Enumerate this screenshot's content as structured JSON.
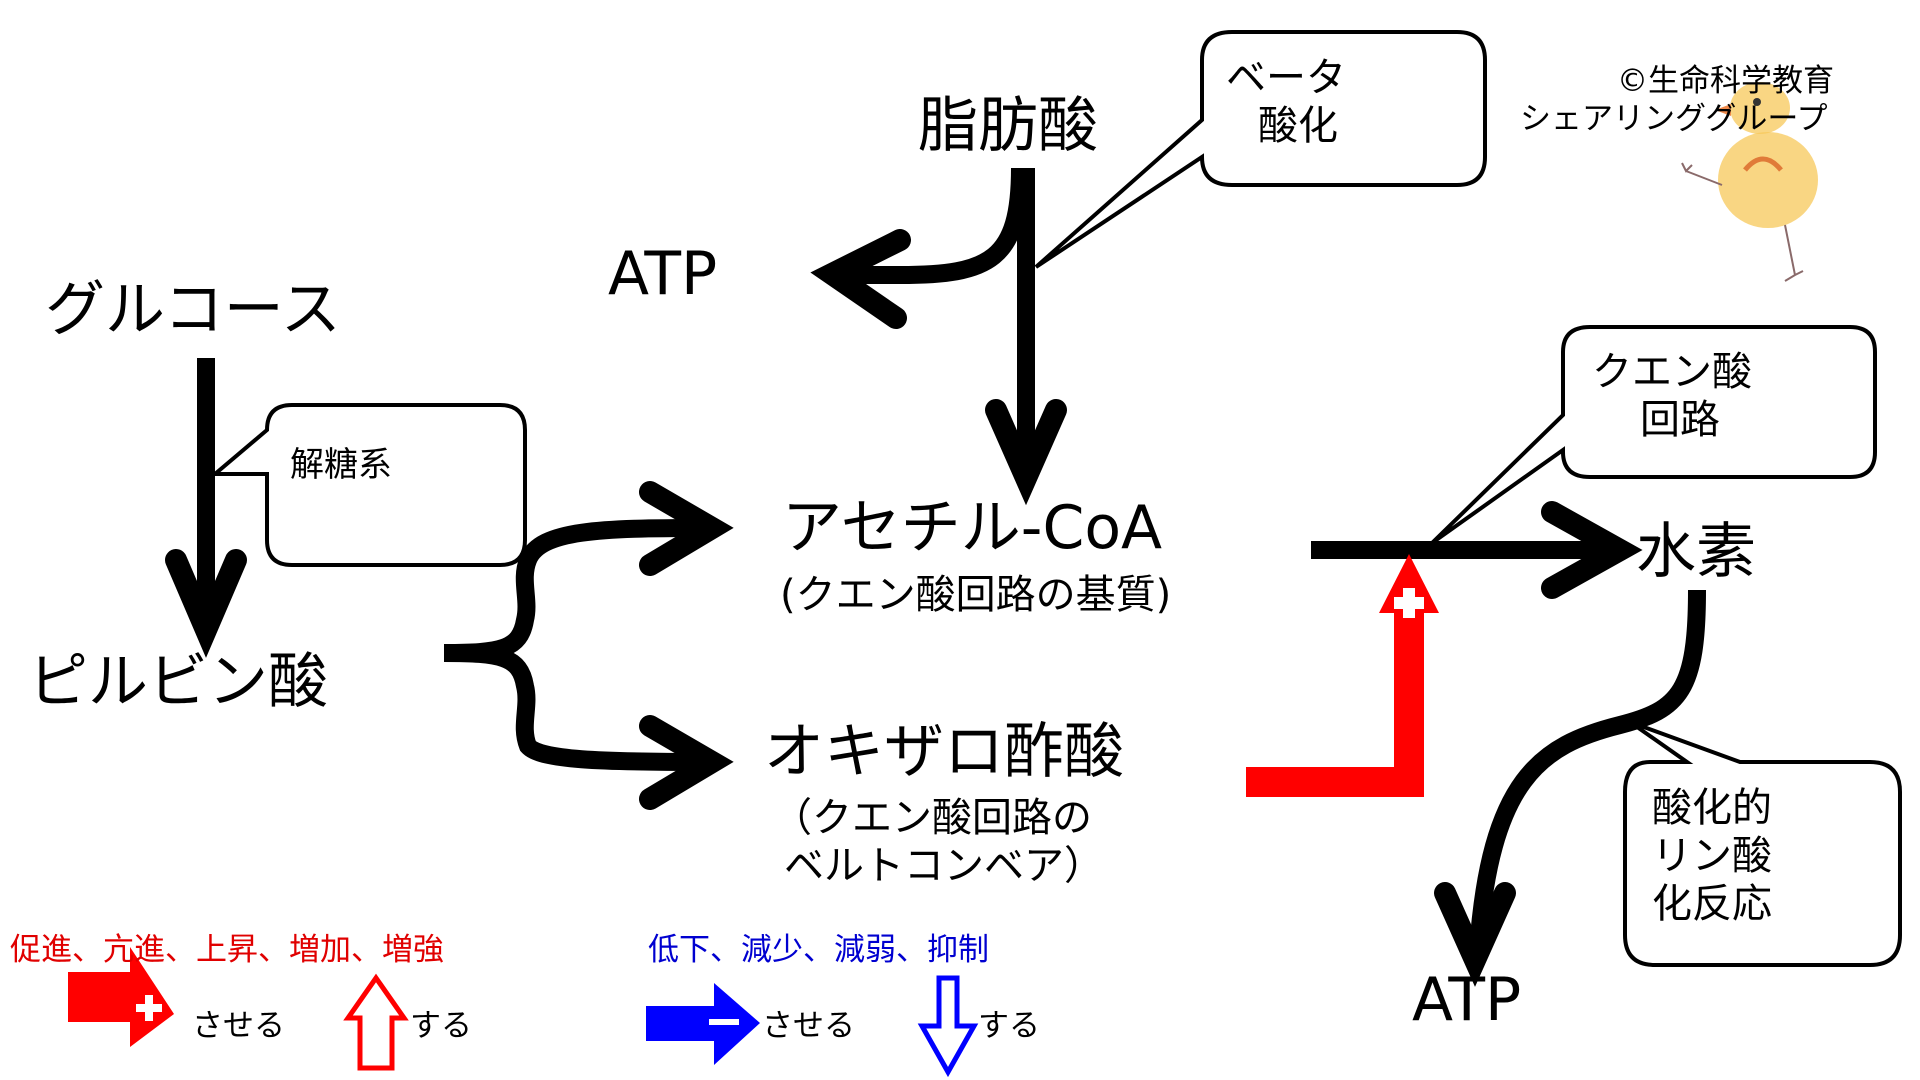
{
  "diagram": {
    "title": "Energy metabolism pathways: glucose, fatty acids, citric acid cycle",
    "nodes": {
      "glucose": "グルコース",
      "pyruvate": "ピルビン酸",
      "fatty_acid": "脂肪酸",
      "atp_top": "ATP",
      "acetyl_coa": "アセチル-CoA",
      "acetyl_coa_note": "(クエン酸回路の基質)",
      "oxaloacetate": "オキザロ酢酸",
      "oxaloacetate_note_line1": "（クエン酸回路の",
      "oxaloacetate_note_line2": "ベルトコンベア）",
      "hydrogen": "水素",
      "atp_bottom": "ATP"
    },
    "callouts": {
      "glycolysis": "解糖系",
      "beta_oxidation_line1": "ベータ",
      "beta_oxidation_line2": "酸化",
      "tca_line1": "クエン酸",
      "tca_line2": "回路",
      "oxphos_line1": "酸化的",
      "oxphos_line2": "リン酸",
      "oxphos_line3": "化反応"
    },
    "credit": {
      "line1": "©生命科学教育",
      "line2": "シェアリンググループ"
    },
    "legend": {
      "increase_terms": "促進、亢進、上昇、増加、増強",
      "decrease_terms": "低下、減少、減弱、抑制",
      "promote_label": "させる",
      "increase_label": "する",
      "suppress_label": "させる",
      "decrease_label": "する"
    },
    "colors": {
      "increase": "#ff0000",
      "decrease": "#0000ff",
      "line": "#000000"
    }
  }
}
